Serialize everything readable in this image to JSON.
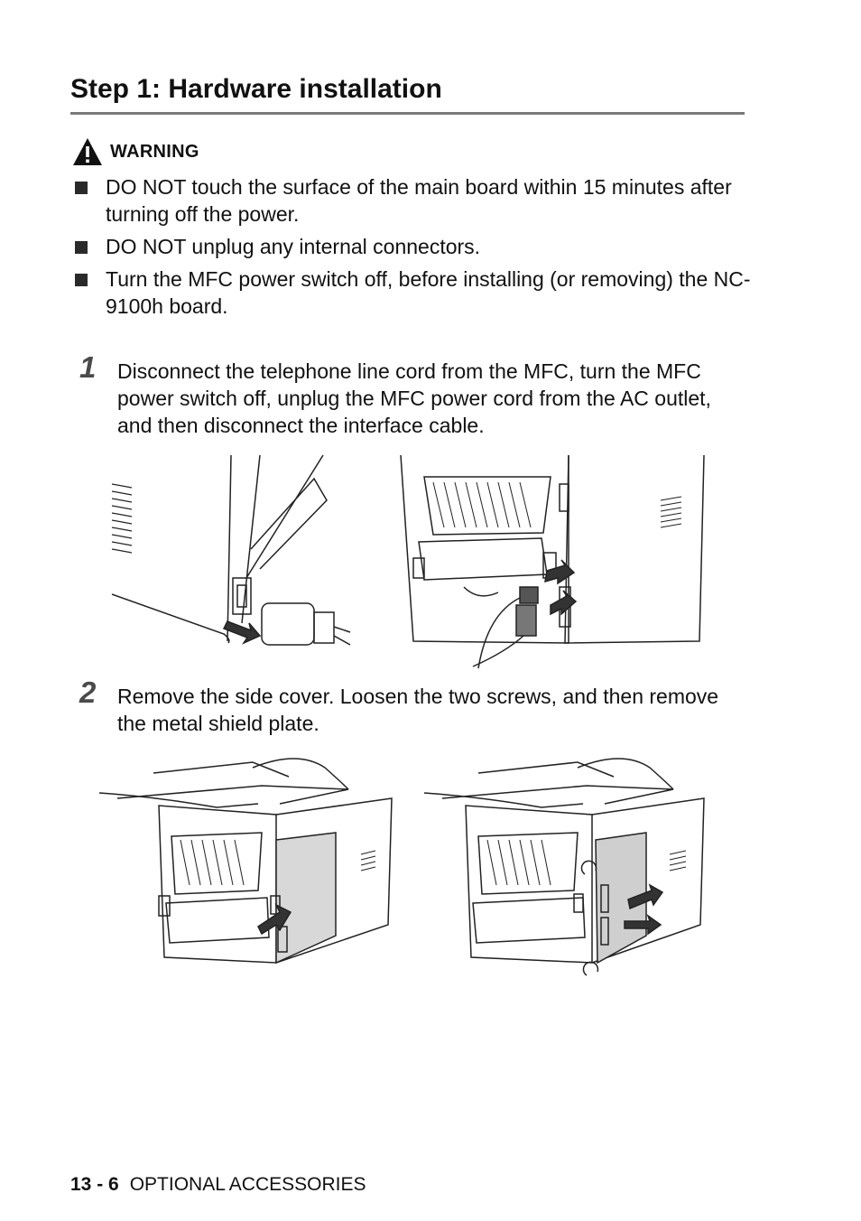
{
  "heading": "Step 1: Hardware installation",
  "warning": {
    "icon": "warning-triangle-icon",
    "label": "WARNING",
    "items": [
      "DO NOT touch the surface of the main board within 15 minutes after turning off the power.",
      "DO NOT unplug any internal connectors.",
      "Turn the MFC power switch off, before installing (or removing) the NC-9100h board."
    ]
  },
  "steps": [
    {
      "number": "1",
      "text": "Disconnect the telephone line cord from the MFC, turn the MFC power switch off, unplug the MFC power cord from the AC outlet, and then disconnect the interface cable."
    },
    {
      "number": "2",
      "text": "Remove the side cover. Loosen the two screws, and then remove the metal shield plate."
    }
  ],
  "footer": {
    "page": "13 - 6",
    "section": "OPTIONAL ACCESSORIES"
  }
}
